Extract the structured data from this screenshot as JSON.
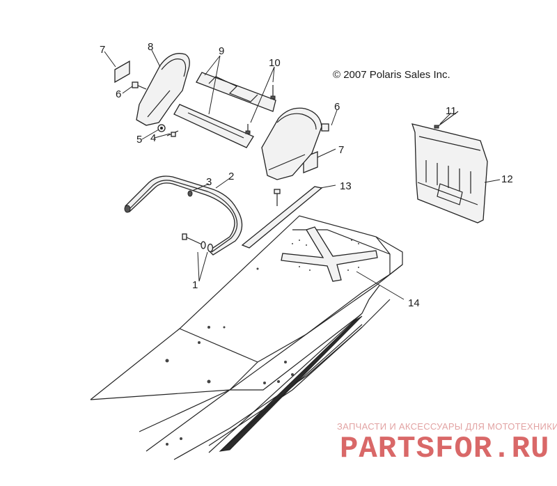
{
  "copyright": "© 2007 Polaris Sales Inc.",
  "callouts": [
    "1",
    "2",
    "3",
    "4",
    "5",
    "6",
    "6",
    "7",
    "7",
    "8",
    "9",
    "10",
    "11",
    "12",
    "13",
    "14"
  ],
  "watermark": {
    "tagline": "ЗАПЧАСТИ И АКСЕССУАРЫ ДЛЯ МОТОТЕХНИКИ",
    "logo": "PARTSFOR.RU"
  },
  "colors": {
    "line": "#222222",
    "watermark": "#d96868"
  }
}
